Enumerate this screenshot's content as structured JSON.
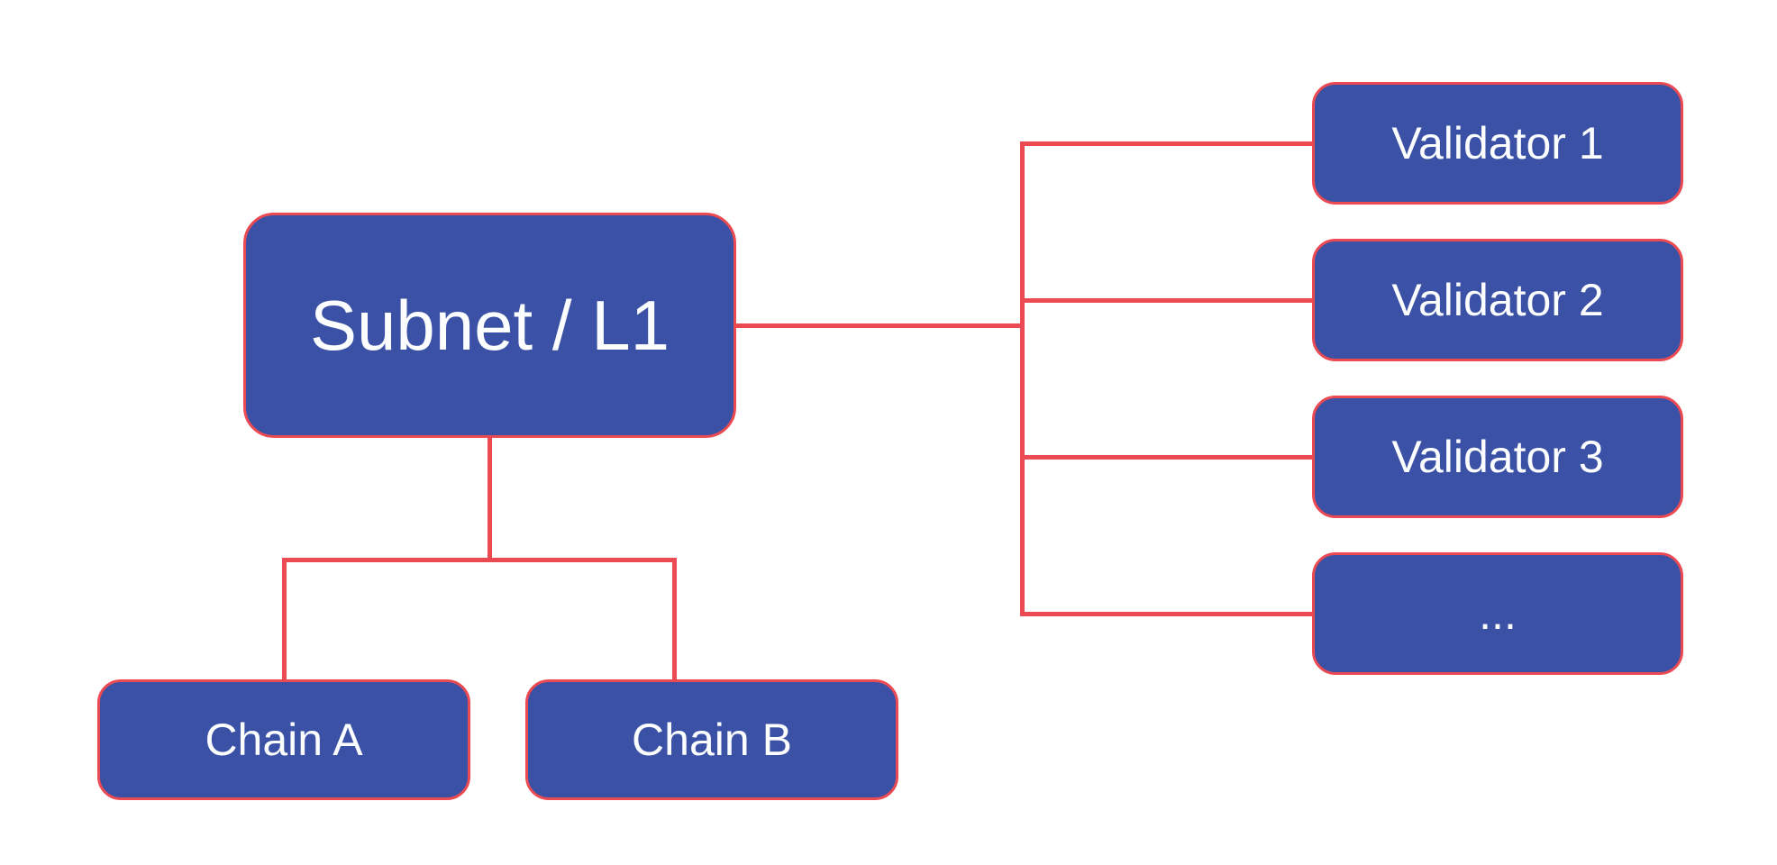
{
  "diagram": {
    "type": "flowchart",
    "description": "Avalanche-style Subnet/L1 architecture diagram: one Subnet/L1 node linked to two chains below and a set of validators on the right",
    "colors": {
      "node_fill": "#3B51A6",
      "connector": "#EB4A52",
      "node_text": "#FCFDFF",
      "background": "#FFFFFF"
    },
    "nodes": {
      "subnet": {
        "label": "Subnet / L1"
      },
      "chains": [
        {
          "label": "Chain A"
        },
        {
          "label": "Chain B"
        }
      ],
      "validators": [
        {
          "label": "Validator 1"
        },
        {
          "label": "Validator 2"
        },
        {
          "label": "Validator 3"
        },
        {
          "label": "..."
        }
      ]
    },
    "edges": [
      {
        "from": "subnet",
        "to": "chain-a"
      },
      {
        "from": "subnet",
        "to": "chain-b"
      },
      {
        "from": "subnet",
        "to": "validator-1"
      },
      {
        "from": "subnet",
        "to": "validator-2"
      },
      {
        "from": "subnet",
        "to": "validator-3"
      },
      {
        "from": "subnet",
        "to": "validator-more"
      }
    ]
  }
}
